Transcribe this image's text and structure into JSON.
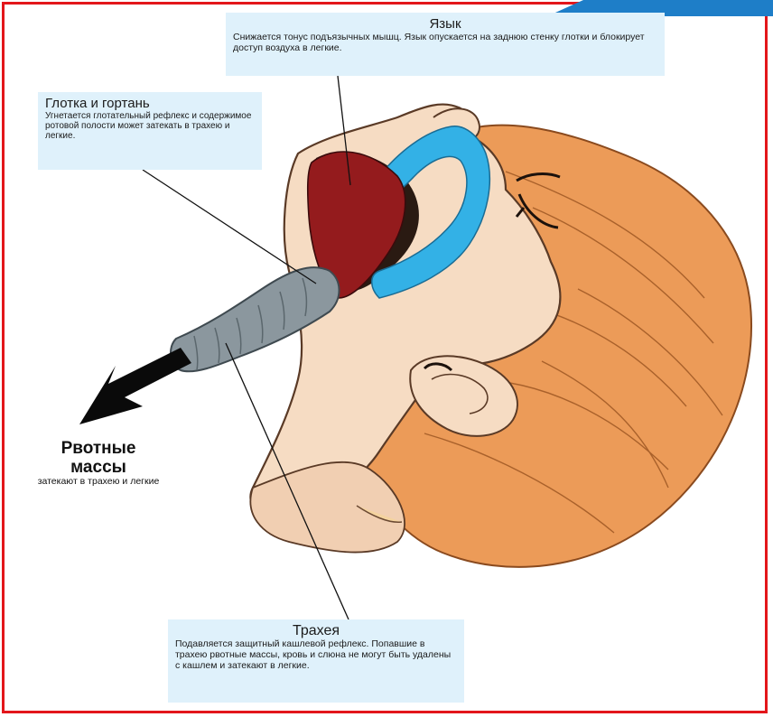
{
  "colors": {
    "frame": "#e3161b",
    "corner_accent": "#1e7ec8",
    "label_background": "#dff1fb",
    "skin": "#f6dcc3",
    "hair": "#ec9b58",
    "tongue": "#941b1d",
    "airway": "#33b1e6",
    "trachea": "#8b979e",
    "arrow": "#0a0a0a"
  },
  "labels": {
    "tongue": {
      "title": "Язык",
      "text": "Снижается тонус подъязычных мышц. Язык опускается на заднюю стенку глотки и блокирует доступ воздуха в легкие."
    },
    "pharynx": {
      "title": "Глотка и гортань",
      "text": "Угнетается глотательный рефлекс и содержимое ротовой полости может затекать в трахею и легкие."
    },
    "trachea": {
      "title": "Трахея",
      "text": "Подавляется защитный кашлевой рефлекс. Попавшие в трахею рвотные массы, кровь и слюна не могут быть удалены с кашлем и затекают в легкие."
    },
    "vomit": {
      "title_line1": "Рвотные",
      "title_line2": "массы",
      "text": "затекают в трахею и легкие"
    }
  }
}
